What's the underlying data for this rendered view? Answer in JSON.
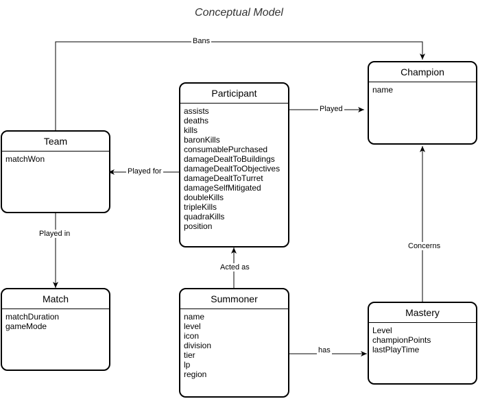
{
  "title": "Conceptual Model",
  "entities": {
    "champion": {
      "name": "Champion",
      "attributes": [
        "name"
      ]
    },
    "participant": {
      "name": "Participant",
      "attributes": [
        "assists",
        "deaths",
        "kills",
        "baronKills",
        "consumablePurchased",
        "damageDealtToBuildings",
        "damageDealtToObjectives",
        "damageDealtToTurret",
        "damageSelfMitigated",
        "doubleKills",
        "tripleKills",
        "quadraKills",
        "position"
      ]
    },
    "team": {
      "name": "Team",
      "attributes": [
        "matchWon"
      ]
    },
    "match": {
      "name": "Match",
      "attributes": [
        "matchDuration",
        "gameMode"
      ]
    },
    "summoner": {
      "name": "Summoner",
      "attributes": [
        "name",
        "level",
        "icon",
        "division",
        "tier",
        "lp",
        "region"
      ]
    },
    "mastery": {
      "name": "Mastery",
      "attributes": [
        "Level",
        "championPoints",
        "lastPlayTime"
      ]
    }
  },
  "relationships": {
    "bans": "Bans",
    "played": "Played",
    "played_for": "Played for",
    "played_in": "Played in",
    "acted_as": "Acted as",
    "concerns": "Concerns",
    "has": "has"
  }
}
